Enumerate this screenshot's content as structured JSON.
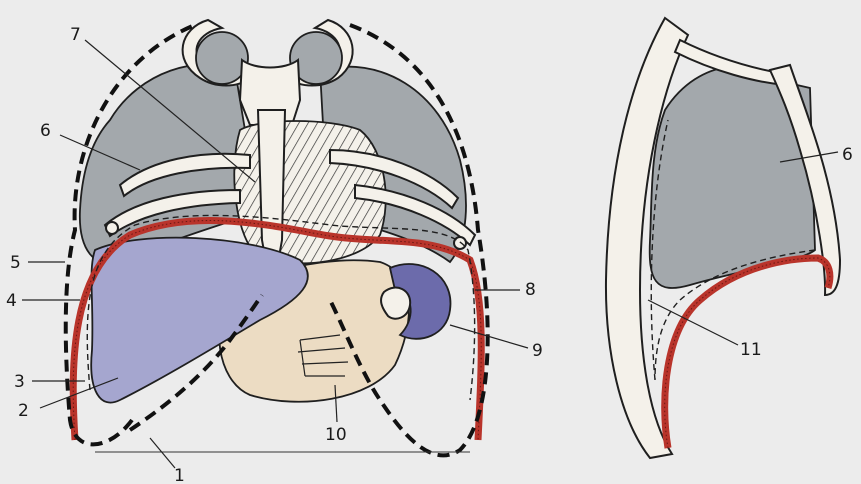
{
  "labels": {
    "l1": "1",
    "l2": "2",
    "l3": "3",
    "l4": "4",
    "l5": "5",
    "l6": "6",
    "l7": "7",
    "l8": "8",
    "l9": "9",
    "l10": "10",
    "l11": "11",
    "l6b": "6"
  },
  "colors": {
    "lung": "#a3a8ac",
    "liver": "#a5a6cf",
    "stomach": "#ecdcc3",
    "spleen": "#6c6bab",
    "diaphragm": "#b9342b",
    "background": "#ececec"
  }
}
